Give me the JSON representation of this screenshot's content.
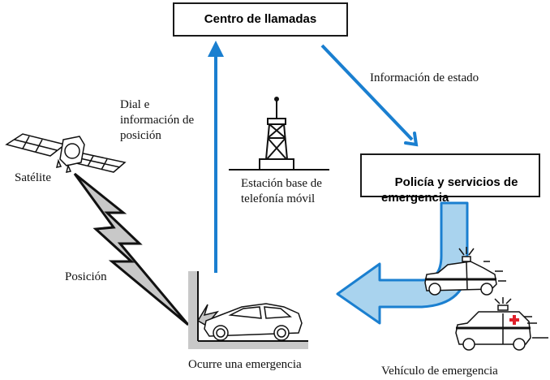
{
  "diagram": {
    "boxes": {
      "call_center": "Centro de llamadas",
      "police_services": "Policía y servicios de\nemergencia"
    },
    "labels": {
      "status_info": "Información de estado",
      "dial_position": "Dial e\ninformación de\nposición",
      "satellite": "Satélite",
      "base_station": "Estación base de\ntelefonía móvil",
      "position": "Posición",
      "emergency_occurs": "Ocurre una emergencia",
      "emergency_vehicle": "Vehículo de emergencia"
    },
    "colors": {
      "arrow_blue": "#1a7fd0",
      "big_arrow_fill": "#a9d3ee",
      "big_arrow_stroke": "#1a7fd0",
      "lightning_fill": "#c8c8c8",
      "red_cross": "#e0202a"
    }
  }
}
